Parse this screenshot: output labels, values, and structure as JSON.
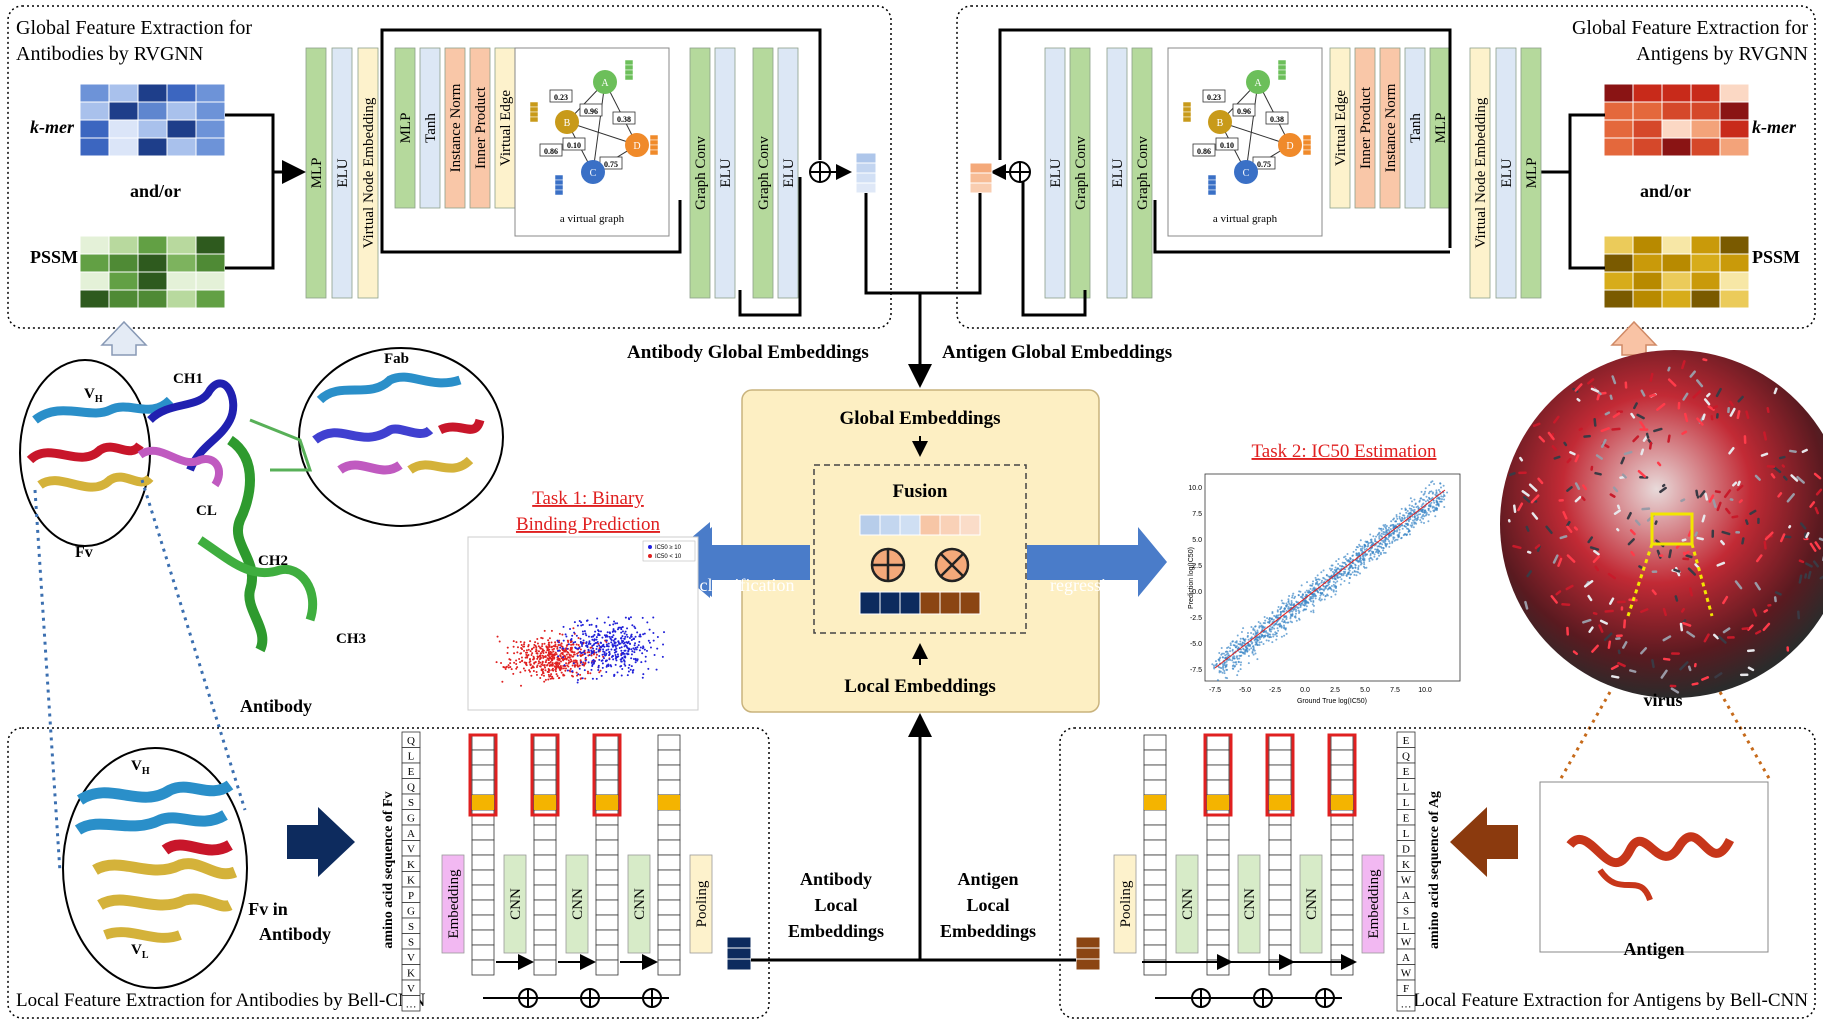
{
  "top_left": {
    "title_line1": "Global Feature Extraction for",
    "title_line2": "Antibodies by RVGNN",
    "kmer_label": "k-mer",
    "andor": "and/or",
    "pssm_label": "PSSM",
    "layers": [
      "MLP",
      "ELU",
      "Virtual Node Embedding",
      "MLP",
      "Tanh",
      "Instance Norm",
      "Inner Product",
      "Virtual Edge",
      "Graph Conv",
      "ELU",
      "Graph Conv",
      "ELU"
    ]
  },
  "top_right": {
    "title_line1": "Global Feature Extraction for",
    "title_line2": "Antigens by RVGNN",
    "kmer_label": "k-mer",
    "andor": "and/or",
    "pssm_label": "PSSM",
    "layers": [
      "ELU",
      "Graph Conv",
      "ELU",
      "Graph Conv",
      "Virtual Edge",
      "Inner Product",
      "Instance Norm",
      "Tanh",
      "MLP",
      "Virtual Node Embedding",
      "ELU",
      "MLP"
    ]
  },
  "virtual_graph": {
    "caption": "a virtual graph",
    "nodes": [
      "A",
      "B",
      "C",
      "D"
    ],
    "edge_weights": [
      "0.23",
      "0.96",
      "0.38",
      "0.10",
      "0.86",
      "0.75"
    ]
  },
  "embeddings": {
    "antibody_global": "Antibody Global Embeddings",
    "antigen_global": "Antigen Global Embeddings",
    "global": "Global Embeddings",
    "fusion": "Fusion",
    "local": "Local Embeddings",
    "antibody_local": [
      "Antibody",
      "Local",
      "Embeddings"
    ],
    "antigen_local": [
      "Antigen",
      "Local",
      "Embeddings"
    ]
  },
  "tasks": {
    "task1_line1": "Task 1: Binary",
    "task1_line2": "Binding Prediction",
    "task2": "Task 2: IC50 Estimation",
    "classification": "classification",
    "regression": "regression"
  },
  "scatter_legend": [
    "IC50 ≥ 10",
    "IC50 < 10"
  ],
  "regression_plot": {
    "ylabel": "Prediction log(IC50)",
    "xlabel": "Ground True log(IC50)",
    "ticks": [
      "-7.5",
      "-5.0",
      "-2.5",
      "0.0",
      "2.5",
      "5.0",
      "7.5",
      "10.0"
    ]
  },
  "structure_labels": {
    "vh": "V",
    "vh_sub": "H",
    "ch1": "CH1",
    "fab": "Fab",
    "cl": "CL",
    "fv": "Fv",
    "ch2": "CH2",
    "ch3": "CH3",
    "antibody": "Antibody",
    "virus": "virus",
    "antigen": "Antigen",
    "fv_in_antibody": [
      "Fv in",
      "Antibody"
    ],
    "vl": "V",
    "vl_sub": "L"
  },
  "bottom_left": {
    "title": "Local Feature Extraction for Antibodies by Bell-CNN",
    "seq_label": "amino acid sequence of Fv",
    "sequence": [
      "Q",
      "L",
      "E",
      "Q",
      "S",
      "G",
      "A",
      "V",
      "K",
      "K",
      "P",
      "G",
      "S",
      "S",
      "V",
      "K",
      "V",
      "…"
    ],
    "layers": [
      "Embedding",
      "CNN",
      "CNN",
      "CNN",
      "Pooling"
    ]
  },
  "bottom_right": {
    "title": "Local Feature Extraction for Antigens by Bell-CNN",
    "seq_label": "amino acid sequence of Ag",
    "sequence": [
      "E",
      "Q",
      "E",
      "L",
      "L",
      "E",
      "L",
      "D",
      "K",
      "W",
      "A",
      "S",
      "L",
      "W",
      "A",
      "W",
      "F",
      "…"
    ],
    "layers": [
      "Pooling",
      "CNN",
      "CNN",
      "CNN",
      "Embedding"
    ]
  },
  "colors": {
    "green_box": "#b5d99c",
    "blue_box": "#dce7f5",
    "yellow_box": "#fdf2cc",
    "pink_box": "#f2b8f2",
    "green_cnn": "#d7ebc8",
    "orange_vec": "#f4a97a",
    "navy": "#0d2b5e",
    "brown": "#8b4513",
    "fusion_bg": "#fdefc3",
    "task_red": "#e02020"
  }
}
